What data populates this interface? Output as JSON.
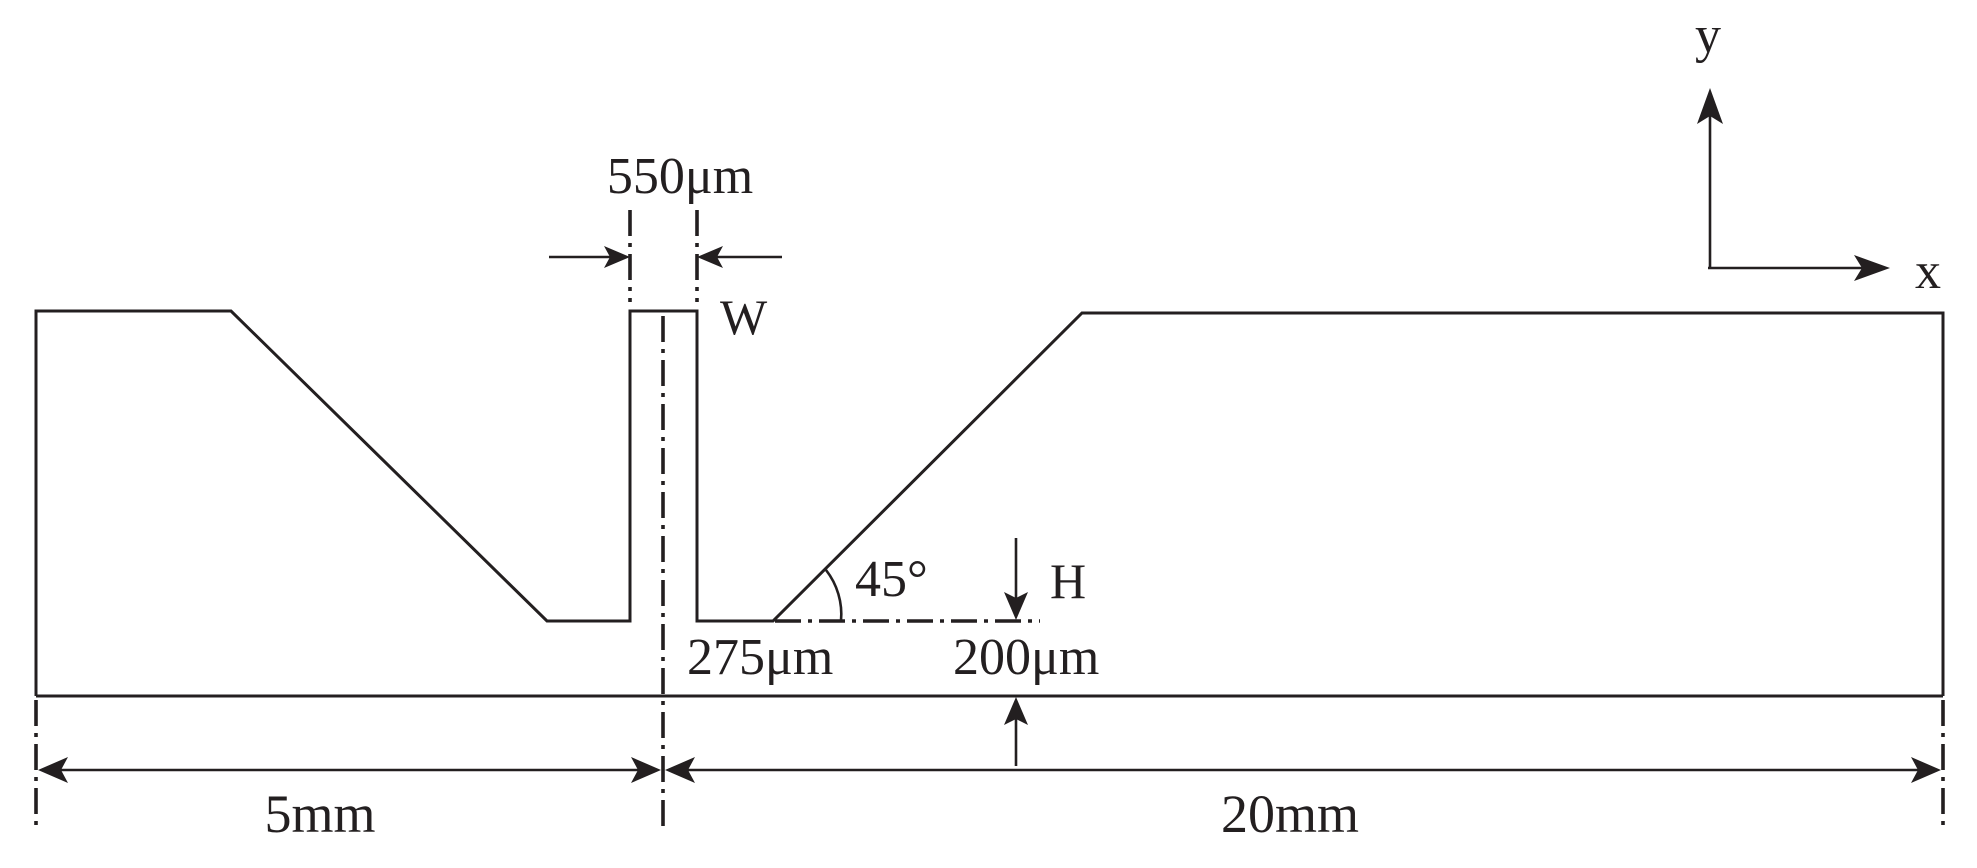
{
  "labels": {
    "axis_y": "y",
    "axis_x": "x",
    "slot_width": "550μm",
    "W": "W",
    "H": "H",
    "angle": "45°",
    "dist_275": "275μm",
    "dist_200": "200μm",
    "len_left": "5mm",
    "len_right": "20mm"
  },
  "colors": {
    "stroke": "#231f20",
    "background": "#ffffff"
  }
}
